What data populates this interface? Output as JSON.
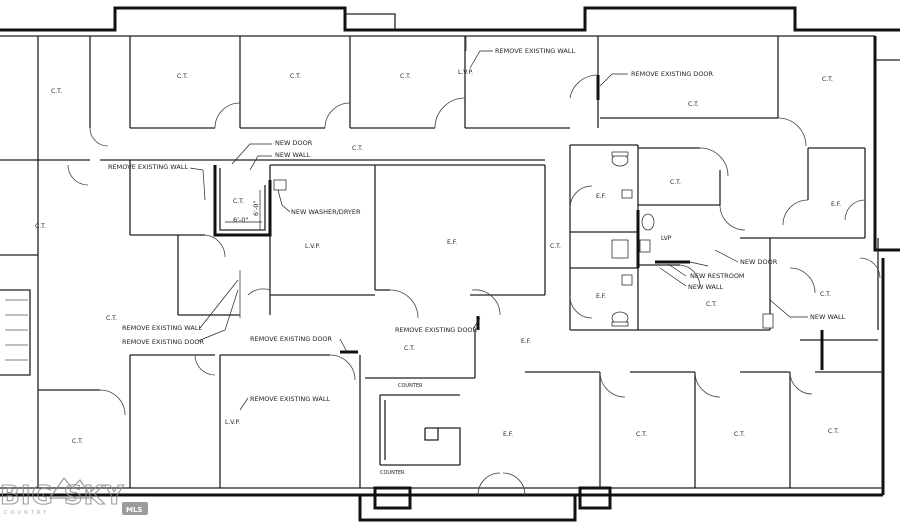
{
  "rooms": {
    "ct_nw": "C.T.",
    "ct_top1": "C.T.",
    "ct_top2": "C.T.",
    "ct_top3": "C.T.",
    "ct_top_right": "C.T.",
    "ct_corridor": "C.T.",
    "ct_closet": "C.T.",
    "ct_west": "C.T.",
    "lvp_top": "L.V.P.",
    "lvp_mid": "L.V.P.",
    "ef_mid": "E.F.",
    "ef_rest1": "E.F.",
    "ef_rest2": "E.F.",
    "ct_hall": "C.T.",
    "ct_nook": "C.T.",
    "ef_east": "E.F.",
    "lvp_restroom": "LVP",
    "ct_rest": "C.T.",
    "ct_east": "C.T.",
    "ct_west_mid": "C.T.",
    "ct_center": "C.T.",
    "ef_center": "E.F.",
    "lvp_lower": "L.V.P.",
    "ct_sw": "C.T.",
    "ef_lobby": "E.F.",
    "ct_b1": "C.T.",
    "ct_b2": "C.T.",
    "ct_b3": "C.T."
  },
  "notes": {
    "remove_wall_top": "REMOVE EXISTING WALL",
    "remove_door_top": "REMOVE EXISTING DOOR",
    "new_door_1": "NEW DOOR",
    "new_wall_1": "NEW WALL",
    "remove_wall_left": "REMOVE EXISTING WALL",
    "washer_dryer": "NEW WASHER/DRYER",
    "dim_h": "6'-0\"",
    "dim_v": "6'-0\"",
    "new_door_2": "NEW DOOR",
    "new_restroom": "NEW RESTROOM",
    "new_wall_2": "NEW WALL",
    "new_wall_3": "NEW WALL",
    "remove_wall_mid": "REMOVE EXISTING WALL",
    "remove_door_left": "REMOVE EXISTING DOOR",
    "remove_door_mid": "REMOVE EXISTING DOOR",
    "remove_door_center": "REMOVE EXISTING DOOR",
    "remove_wall_lower": "REMOVE EXISTING WALL",
    "counter_1": "COUNTER",
    "counter_2": "COUNTER"
  },
  "watermark": {
    "brand": "BIG SKY",
    "badge": "MLS",
    "tagline": "COUNTRY"
  }
}
